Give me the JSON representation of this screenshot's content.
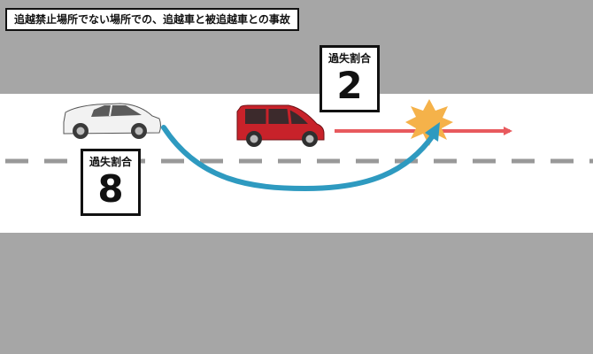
{
  "title": "追越禁止場所でない場所での、追越車と被追越車との事故",
  "ratios": {
    "overtaken": {
      "label": "過失割合",
      "value": "2"
    },
    "overtaking": {
      "label": "過失割合",
      "value": "8"
    }
  },
  "colors": {
    "road_edge": "#a6a6a6",
    "road": "#ffffff",
    "lane_line": "#999999",
    "overtaking_path": "#2e9ac0",
    "overtaken_path": "#e85a5e",
    "impact": "#f5b24a",
    "white_car": "#f2f2f2",
    "red_car": "#c8222a"
  },
  "icons": [
    "white-car-icon",
    "red-minivan-icon",
    "impact-burst-icon"
  ]
}
